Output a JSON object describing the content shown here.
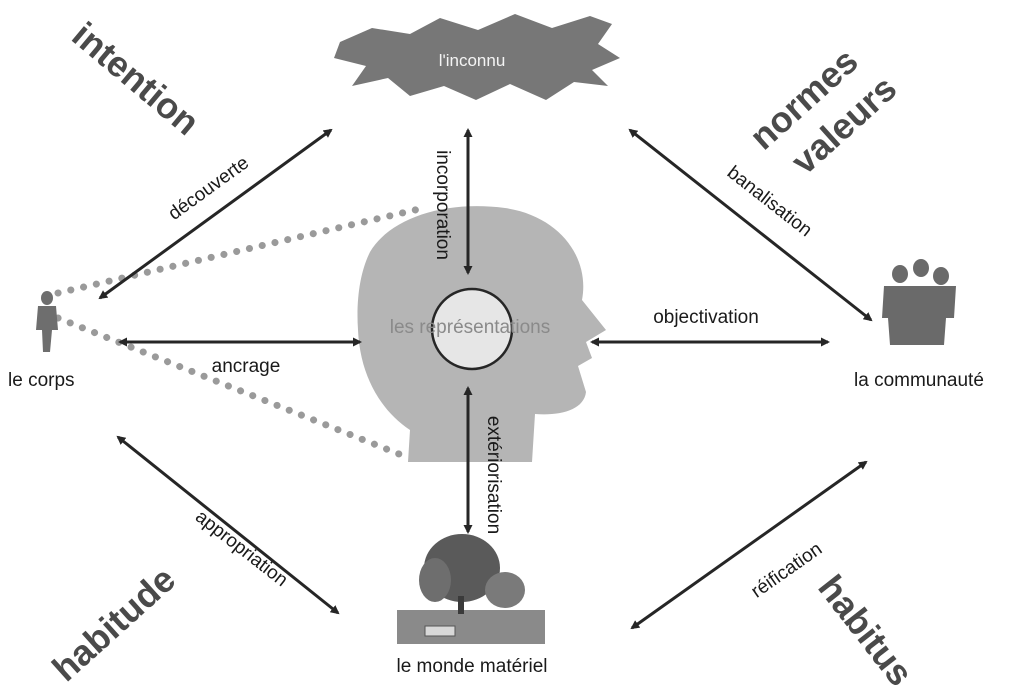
{
  "nodes": {
    "cloud": "l'inconnu",
    "center": "les représentations",
    "left": "le corps",
    "right": "la communauté",
    "bottom": "le monde matériel"
  },
  "relations": {
    "decouverte": "découverte",
    "incorporation": "incorporation",
    "banalisation": "banalisation",
    "ancrage": "ancrage",
    "objectivation": "objectivation",
    "exteriorisation": "extériorisation",
    "appropriation": "appropriation",
    "reification": "réification"
  },
  "quadrants": {
    "top_left": "intention",
    "top_right_1": "normes",
    "top_right_2": "valeurs",
    "bottom_left": "habitude",
    "bottom_right": "habitus"
  },
  "colors": {
    "shape_grey": "#777777",
    "head_grey": "#b5b5b5",
    "arrow": "#262626"
  }
}
